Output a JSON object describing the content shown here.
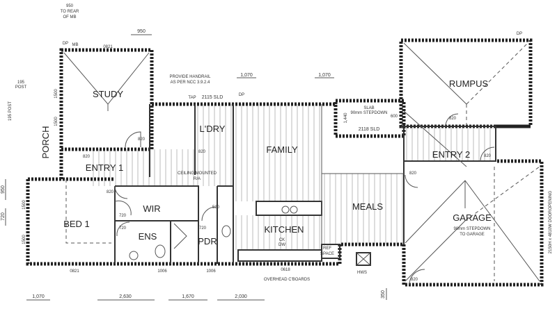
{
  "rooms": {
    "study": "STUDY",
    "rumpus": "RUMPUS",
    "laundry": "L'DRY",
    "family": "FAMILY",
    "entry1": "ENTRY 1",
    "entry2": "ENTRY 2",
    "porch": "PORCH",
    "wir": "WIR",
    "bed1": "BED 1",
    "ensuite": "ENS",
    "powder": "PDR",
    "kitchen": "KITCHEN",
    "meals": "MEALS",
    "garage": "GARAGE"
  },
  "notes": {
    "rear_offset": "950",
    "rear_offset_2": "TO REAR",
    "rear_offset_3": "OF MB",
    "dp_top": "DP",
    "mb": "MB",
    "study_window": "0821",
    "handrail_1": "PROVIDE HANDRAIL",
    "handrail_2": "AS PER NCC 3.9.2.4",
    "tap": "TAP",
    "sld_2115": "2115 SLD",
    "dp_family": "DP",
    "slab_1": "SLAB",
    "slab_2": "90mm STEPDOWN",
    "sld_2118": "2118 SLD",
    "dp_rumpus": "DP",
    "ceiling_1": "CEILING MOUNTED",
    "ceiling_2": "R/A",
    "garage_step_1": "90mm STEPDOWN",
    "garage_step_2": "TO GARAGE",
    "overhead": "OVERHEAD C'BOARDS",
    "ref_1": "REF",
    "ref_2": "SPACE",
    "hws": "HWS",
    "door_opening": "2150H x 4810W DOOROPENING",
    "post_1": "195",
    "post_1b": "POST",
    "post_2": "195 POST",
    "bed_window": "0821",
    "ens_window": "1006",
    "pdr_window": "1006",
    "kitchen_window": "0618",
    "cooktop": "CK",
    "dw": "DW"
  },
  "dimensions": {
    "top_950": "950",
    "top_1070_a": "1,070",
    "top_1070_b": "1,070",
    "bottom_1070": "1,070",
    "bottom_2630": "2,630",
    "bottom_1670": "1,670",
    "bottom_2030": "2,030",
    "side_950": "950",
    "side_720": "720",
    "side_350": "350",
    "study_1500a": "1500",
    "study_1500b": "1500",
    "bed_1500a": "1500",
    "bed_1500b": "1500",
    "door_820_study": "820",
    "door_820_entry": "820",
    "door_820_bed": "820",
    "door_820_entry2": "820",
    "door_720_wir": "720",
    "door_720_ens": "720",
    "door_720_pdr": "720",
    "door_520": "520",
    "door_820_ldry": "820",
    "door_820_garage": "820",
    "door_820_rumpus": "820",
    "door_820_garage2": "820",
    "slab_600": "600",
    "slab_1440": "1,440"
  }
}
